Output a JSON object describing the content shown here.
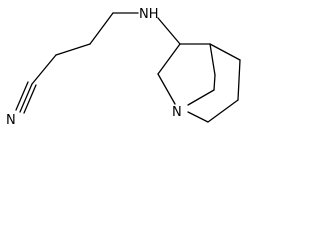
{
  "atoms": {
    "amine": "NH",
    "nitrile_n": "N",
    "ring_n": "N"
  },
  "colors": {
    "bond": "#000000",
    "label": "#000000",
    "background": "#ffffff"
  }
}
